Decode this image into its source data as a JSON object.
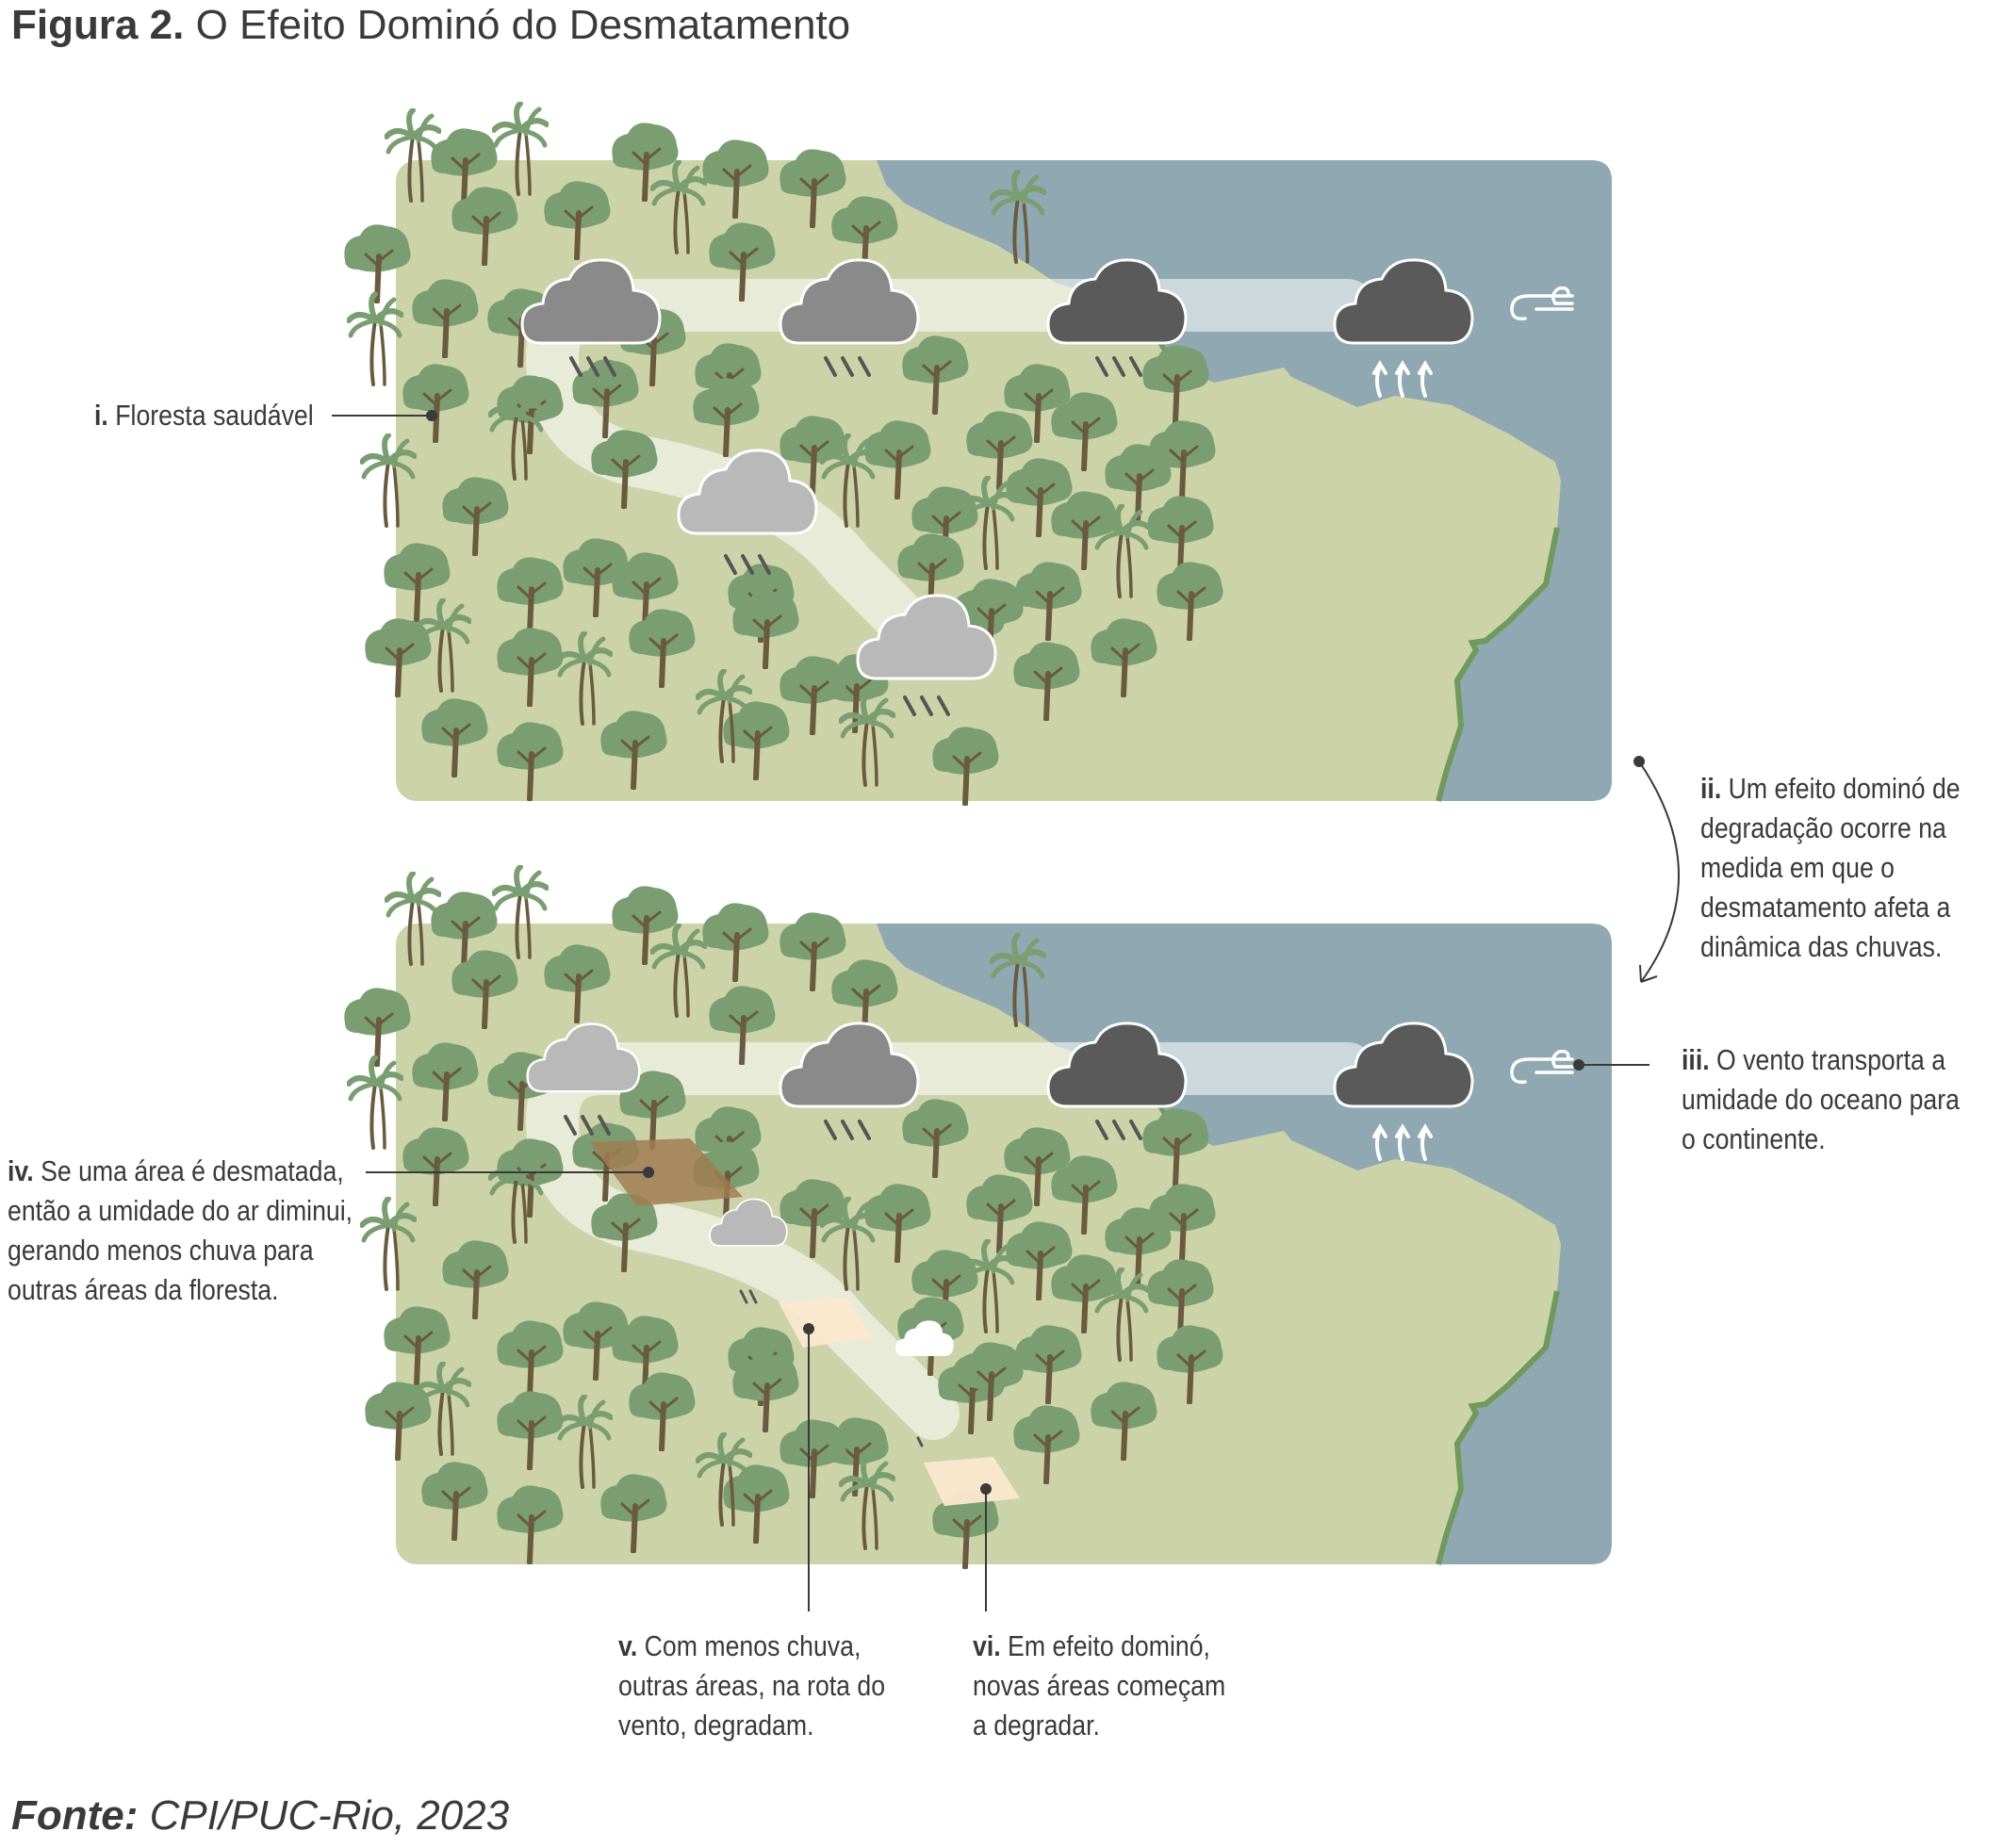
{
  "figure": {
    "label": "Figura 2.",
    "title": "O Efeito Dominó do Desmatamento"
  },
  "annotations": {
    "i": {
      "num": "i.",
      "lines": [
        "Floresta saudável"
      ]
    },
    "ii": {
      "num": "ii.",
      "lines": [
        "Um efeito dominó de",
        "degradação ocorre na",
        "medida em que o",
        "desmatamento afeta a",
        "dinâmica das chuvas."
      ]
    },
    "iii": {
      "num": "iii.",
      "lines": [
        "O vento transporta a",
        "umidade do oceano para",
        "o continente."
      ]
    },
    "iv": {
      "num": "iv.",
      "lines": [
        "Se uma área é desmatada,",
        "então a umidade do ar diminui,",
        "gerando menos chuva para",
        "outras áreas da floresta."
      ]
    },
    "v": {
      "num": "v.",
      "lines": [
        "Com menos chuva,",
        "outras áreas, na rota do",
        "vento, degradam."
      ]
    },
    "vi": {
      "num": "vi.",
      "lines": [
        "Em efeito dominó,",
        "novas áreas começam",
        "a degradar."
      ]
    }
  },
  "source": {
    "label": "Fonte:",
    "text": "CPI/PUC-Rio, 2023"
  },
  "colors": {
    "land": "#cdd3a8",
    "ocean": "#8fa8b2",
    "coast_edge": "#6f9a5c",
    "tree_canopy": "#7a9e72",
    "trunk": "#6a5a40",
    "cloud_dark": "#5a5a5a",
    "cloud_mid": "#8a8a8a",
    "cloud_light": "#b9b9b9",
    "deforested": "#a07c52",
    "degrading": "#fbe8cf",
    "text": "#3a3a3a"
  },
  "icons": [
    "palm-tree-icon",
    "broadleaf-tree-icon",
    "rain-cloud-icon",
    "wind-icon",
    "evaporation-arrows-icon",
    "rain-drops-icon"
  ]
}
